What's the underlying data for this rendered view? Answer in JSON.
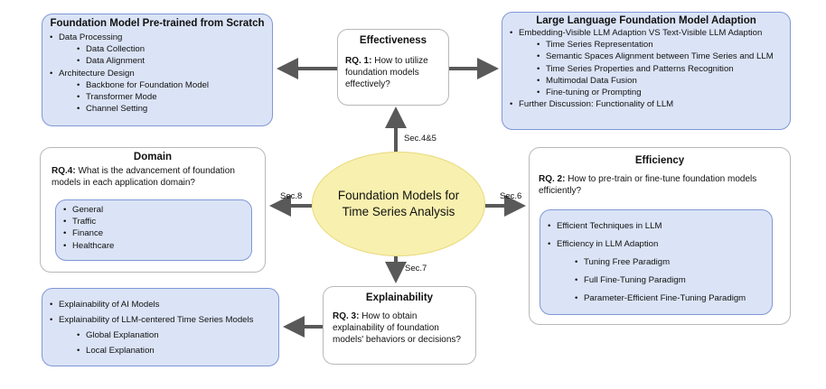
{
  "center": {
    "line1": "Foundation Models for",
    "line2": "Time Series Analysis"
  },
  "sections": {
    "up": "Sec.4&5",
    "left": "Sec.8",
    "right": "Sec.6",
    "down": "Sec.7"
  },
  "scratch": {
    "title": "Foundation Model Pre-trained from Scratch",
    "items": [
      {
        "label": "Data Processing",
        "level": 1
      },
      {
        "label": "Data Collection",
        "level": 2
      },
      {
        "label": "Data Alignment",
        "level": 2
      },
      {
        "label": "Architecture Design",
        "level": 1
      },
      {
        "label": "Backbone for Foundation Model",
        "level": 2
      },
      {
        "label": "Transformer Mode",
        "level": 2
      },
      {
        "label": "Channel Setting",
        "level": 2
      }
    ]
  },
  "effectiveness": {
    "title": "Effectiveness",
    "rq": "RQ. 1:",
    "question": " How to utilize foundation models effectively?"
  },
  "adaption": {
    "title": "Large Language Foundation Model Adaption",
    "items": [
      {
        "label": "Embedding-Visible LLM Adaption VS Text-Visible LLM Adaption",
        "level": 1
      },
      {
        "label": "Time Series Representation",
        "level": 2
      },
      {
        "label": "Semantic Spaces Alignment between Time Series and LLM",
        "level": 2
      },
      {
        "label": "Time Series Properties and Patterns Recognition",
        "level": 2
      },
      {
        "label": "Multimodal Data Fusion",
        "level": 2
      },
      {
        "label": "Fine-tuning or Prompting",
        "level": 2
      },
      {
        "label": "Further Discussion: Functionality of LLM",
        "level": 1
      }
    ]
  },
  "domain": {
    "title": "Domain",
    "rq": "RQ.4:",
    "question": " What is the advancement of foundation models in each application domain?",
    "items": [
      "General",
      "Traffic",
      "Finance",
      "Healthcare"
    ]
  },
  "efficiency": {
    "title": "Efficiency",
    "rq": "RQ. 2:",
    "question": " How to pre-train or fine-tune foundation models efficiently?",
    "items": [
      {
        "label": "Efficient Techniques in LLM",
        "level": 1
      },
      {
        "label": "Efficiency in LLM Adaption",
        "level": 1
      },
      {
        "label": "Tuning Free Paradigm",
        "level": 2
      },
      {
        "label": "Full Fine-Tuning Paradigm",
        "level": 2
      },
      {
        "label": "Parameter-Efficient Fine-Tuning Paradigm",
        "level": 2
      }
    ]
  },
  "explain_list": {
    "items": [
      {
        "label": "Explainability of AI Models",
        "level": 1
      },
      {
        "label": "Explainability of LLM-centered Time Series Models",
        "level": 1
      },
      {
        "label": "Global Explanation",
        "level": 2
      },
      {
        "label": "Local Explanation",
        "level": 2
      }
    ]
  },
  "explainability": {
    "title": "Explainability",
    "rq": "RQ. 3:",
    "question": " How to obtain explainability of foundation models' behaviors or decisions?"
  },
  "colors": {
    "blue_fill": "#dbe4f6",
    "blue_border": "#7f97d6",
    "center_fill": "#f8f0ae",
    "arrow": "#595959"
  }
}
